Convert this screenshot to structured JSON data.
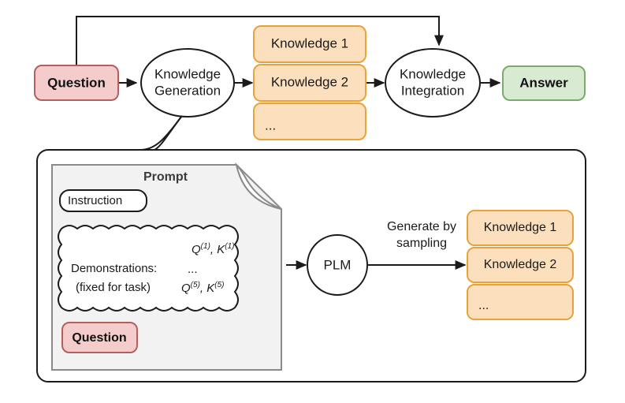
{
  "diagram": {
    "title": "Knowledge generation and integration pipeline",
    "colors": {
      "question_fill": "#f4cccc",
      "question_stroke": "#b45f5f",
      "answer_fill": "#d9ead3",
      "answer_stroke": "#7aab6d",
      "knowledge_fill": "#fce0bd",
      "knowledge_stroke": "#e8a33d",
      "panel_stroke": "#1b1b1b",
      "prompt_fill": "#f2f2f2",
      "prompt_stroke": "#8a8a8a",
      "line": "#1b1b1b"
    },
    "top_flow": {
      "question": "Question",
      "knowledge_generation_line1": "Knowledge",
      "knowledge_generation_line2": "Generation",
      "knowledge_integration_line1": "Knowledge",
      "knowledge_integration_line2": "Integration",
      "answer": "Answer",
      "knowledge_items": [
        "Knowledge 1",
        "Knowledge 2",
        "..."
      ]
    },
    "detail_panel": {
      "prompt_title": "Prompt",
      "instruction": "Instruction",
      "demonstrations_label_line1": "Demonstrations:",
      "demonstrations_label_line2": "(fixed for task)",
      "demonstration_rows": [
        {
          "q": "Q",
          "q_sup": "(1)",
          "sep": ", ",
          "k": "K",
          "k_sup": "(1)"
        },
        {
          "q": "...",
          "q_sup": "",
          "sep": "",
          "k": "",
          "k_sup": ""
        },
        {
          "q": "Q",
          "q_sup": "(5)",
          "sep": ", ",
          "k": "K",
          "k_sup": "(5)"
        }
      ],
      "question": "Question",
      "plm": "PLM",
      "generate_label_line1": "Generate by",
      "generate_label_line2": "sampling",
      "knowledge_items": [
        "Knowledge 1",
        "Knowledge 2",
        "..."
      ]
    }
  }
}
